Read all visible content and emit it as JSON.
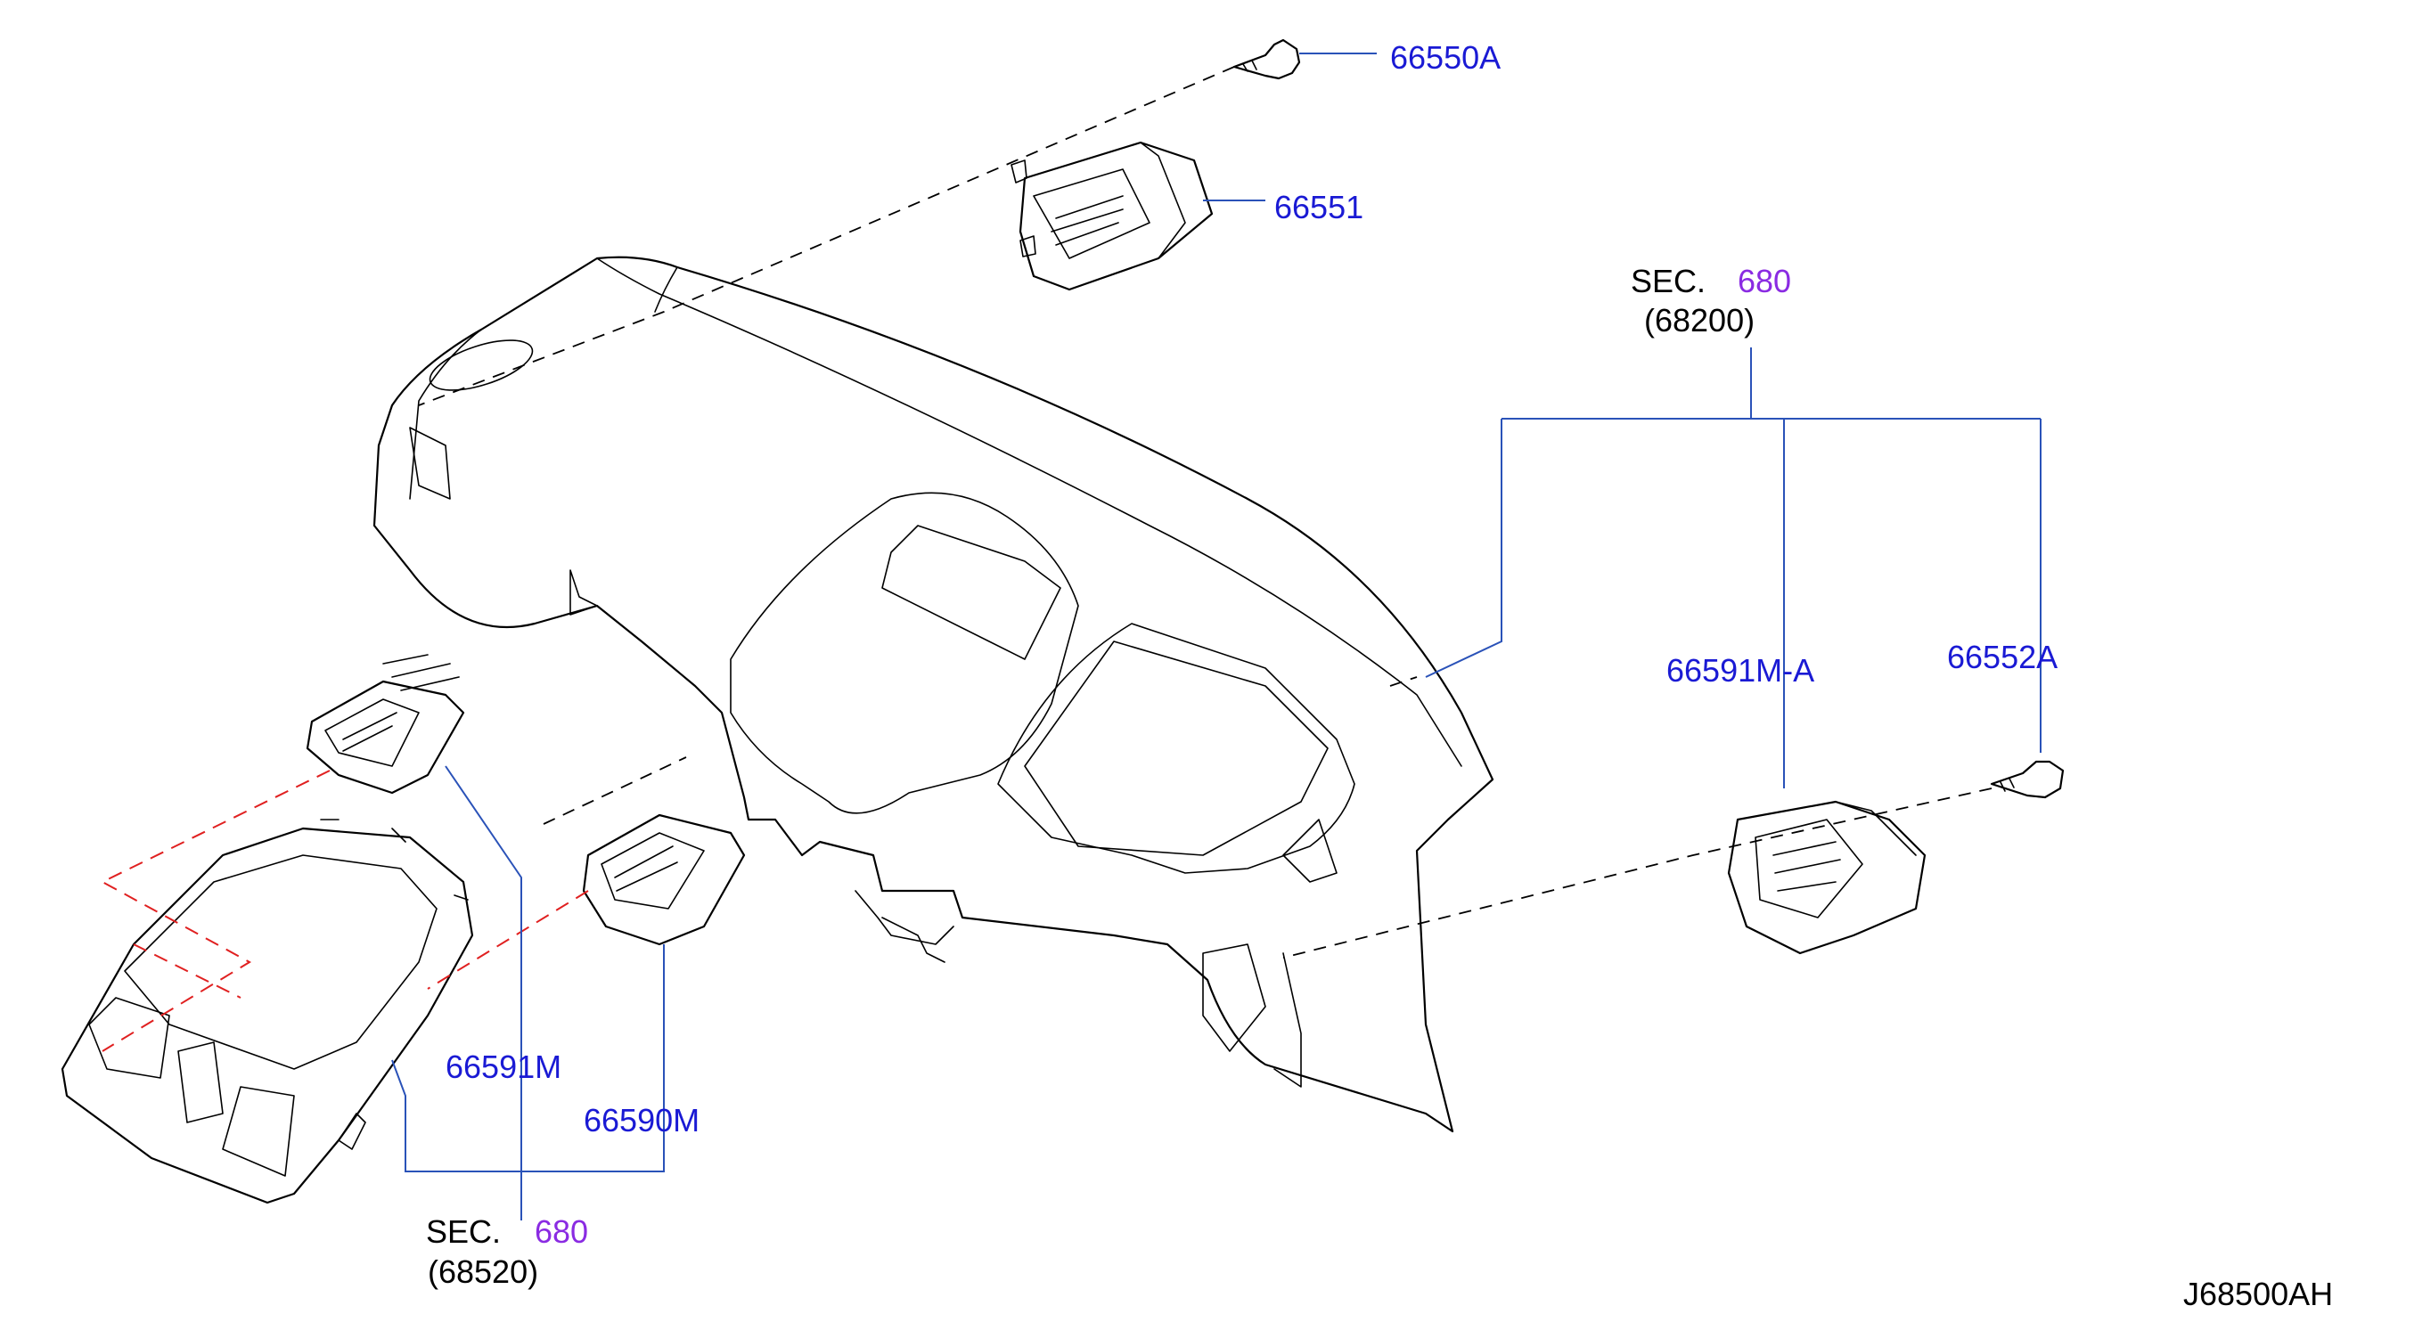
{
  "diagram": {
    "parts": {
      "p66550A": "66550A",
      "p66551": "66551",
      "p66591M_A": "66591M-A",
      "p66552A": "66552A",
      "p66591M": "66591M",
      "p66590M": "66590M"
    },
    "sections": {
      "top": {
        "prefix": "SEC.",
        "number": "680",
        "sub": "(68200)"
      },
      "bottom": {
        "prefix": "SEC.",
        "number": "680",
        "sub": "(68520)"
      }
    },
    "drawing_code": "J68500AH",
    "colors": {
      "part_label": "#1a1ad4",
      "section_number": "#8a2be2",
      "leader_line": "#2a52b8",
      "red_dash": "#e02020"
    }
  }
}
